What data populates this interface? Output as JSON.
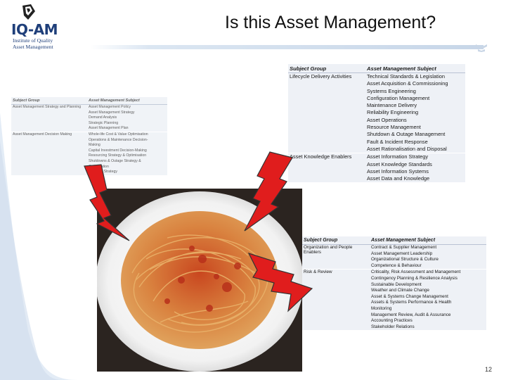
{
  "slide": {
    "title": "Is this Asset Management?",
    "page_number": "12"
  },
  "logo": {
    "acronym": "IQ-AM",
    "line1": "Institute of Quality",
    "line2": "Asset Management"
  },
  "colors": {
    "brand_blue": "#1f3f7a",
    "table_bg": "#eef1f6",
    "bolt_red": "#e01d1d"
  },
  "icons": [
    "iqam-logo-icon",
    "lightning-bolt-icon",
    "spaghetti-image"
  ],
  "table_lifecycle": {
    "header_group": "Subject Group",
    "header_subject": "Asset Management Subject",
    "rows": [
      {
        "group": "Lifecycle Delivery Activities",
        "subjects": [
          "Technical Standards & Legislation",
          "Asset Acquisition & Commissioning",
          "Systems Engineering",
          "Configuration Management",
          "Maintenance Delivery",
          "Reliability Engineering",
          "Asset Operations",
          "Resource Management",
          "Shutdown & Outage Management",
          "Fault & Incident Response",
          "Asset Rationalisation and Disposal"
        ]
      },
      {
        "group": "Asset Knowledge Enablers",
        "subjects": [
          "Asset Information Strategy",
          "Asset Knowledge Standards",
          "Asset Information Systems",
          "Asset Data and Knowledge"
        ]
      }
    ]
  },
  "table_strategy": {
    "header_group": "Subject Group",
    "header_subject": "Asset Management Subject",
    "rows": [
      {
        "group": "Asset Management Strategy and Planning",
        "subjects": [
          "Asset Management Policy",
          "Asset Management Strategy",
          "Demand Analysis",
          "Strategic Planning",
          "Asset Management Plan"
        ]
      },
      {
        "group": "Asset Management Decision Making",
        "subjects": [
          "Whole-life Cost & Value Optimisation",
          "Operations & Maintenance Decision-",
          "Making",
          "Capital Investment Decision-Making",
          "Resourcing Strategy & Optimisation",
          "Shutdowns & Outage Strategy &",
          "Optimisation",
          "Lifecycle Strategy"
        ]
      }
    ]
  },
  "table_organization": {
    "header_group": "Subject Group",
    "header_subject": "Asset Management Subject",
    "rows": [
      {
        "group": "Organization and People Enablers",
        "subjects": [
          "Contract & Supplier Management",
          "Asset Management Leadership",
          "Organizational Structure & Culture",
          "Competence & Behaviour"
        ]
      },
      {
        "group": "Risk & Review",
        "subjects": [
          "Criticality, Risk Assessment and Management",
          "Contingency Planning & Resilience Analysis",
          "Sustainable Development",
          "Weather and Climate Change",
          "Asset & Systems Change Management",
          "Assets & Systems Performance & Health",
          "Monitoring",
          "Management Review, Audit & Assurance",
          "Accounting Practices",
          "Stakeholder Relations"
        ]
      }
    ]
  }
}
